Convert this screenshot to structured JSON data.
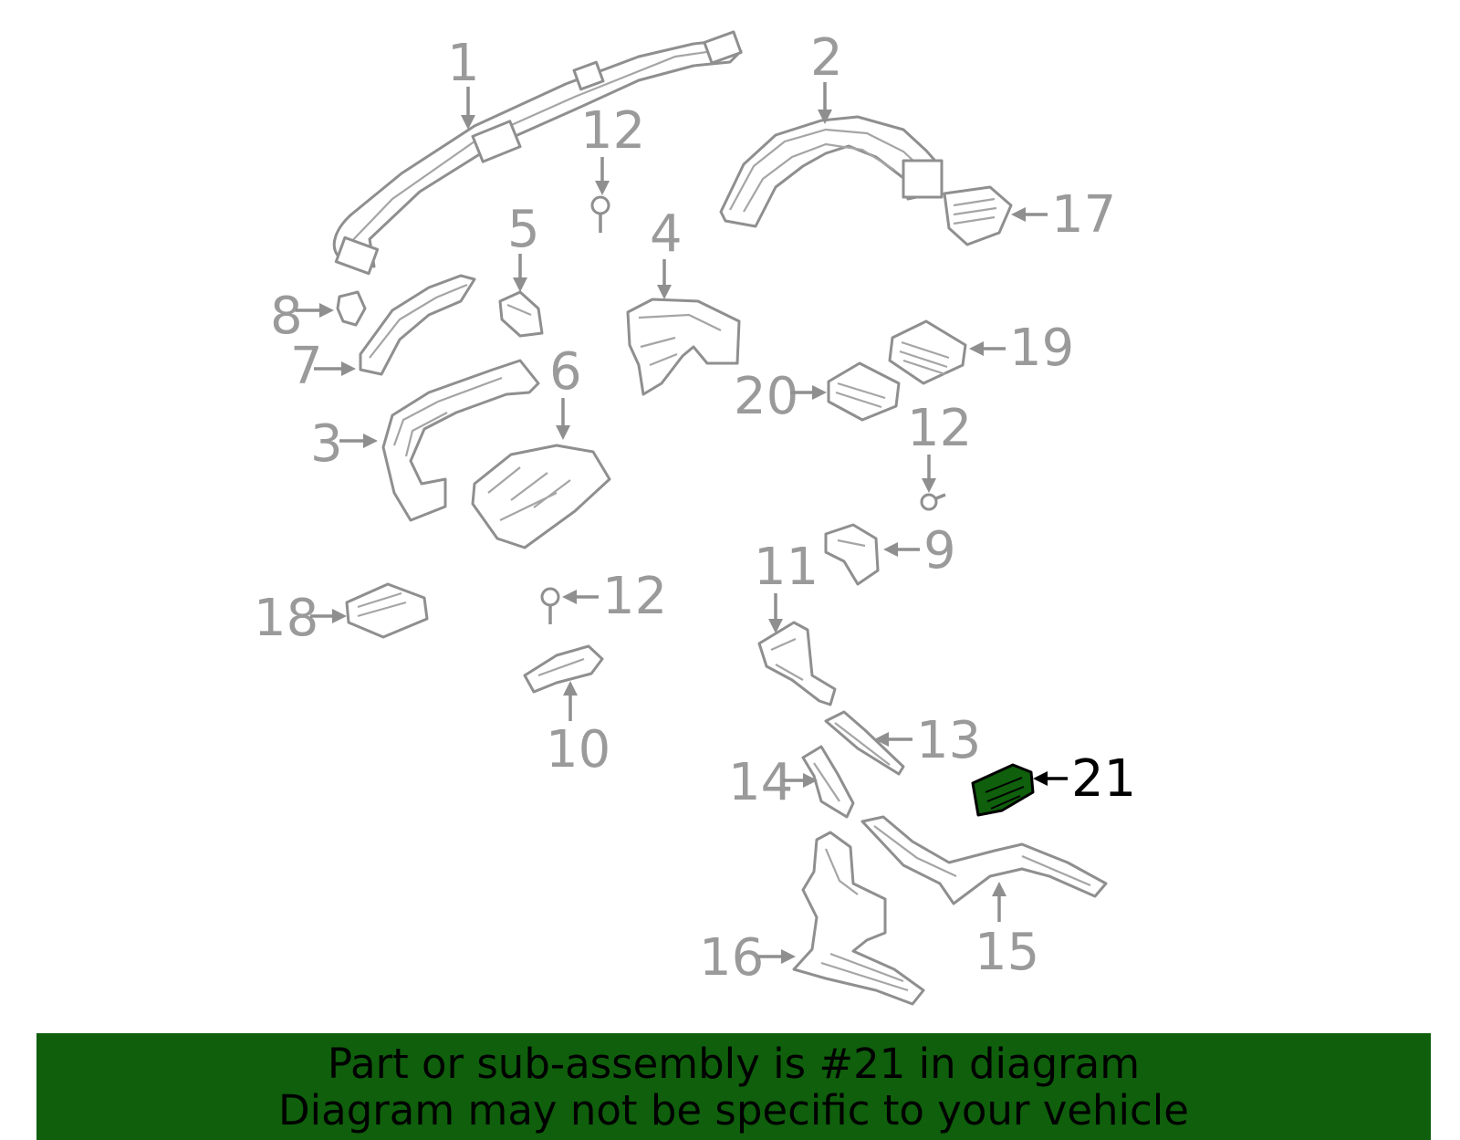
{
  "diagram": {
    "highlight_color": "#0f5f0c",
    "labels": {
      "p1": "1",
      "p2": "2",
      "p3": "3",
      "p4": "4",
      "p5": "5",
      "p6": "6",
      "p7": "7",
      "p8": "8",
      "p9": "9",
      "p10": "10",
      "p11": "11",
      "p12a": "12",
      "p12b": "12",
      "p12c": "12",
      "p13": "13",
      "p14": "14",
      "p15": "15",
      "p16": "16",
      "p17": "17",
      "p18": "18",
      "p19": "19",
      "p20": "20",
      "p21": "21"
    }
  },
  "banner": {
    "line1": "Part or sub-assembly is #21 in diagram",
    "line2": "Diagram may not be specific to your vehicle",
    "color": "#0f5f0c"
  }
}
